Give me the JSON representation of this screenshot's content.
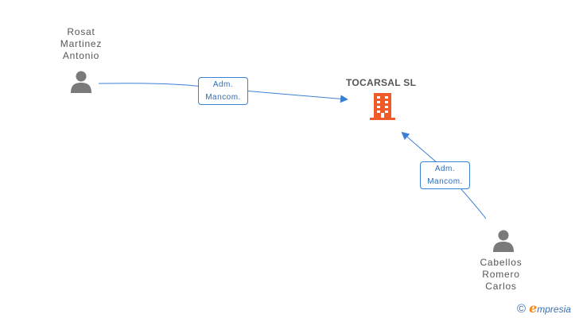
{
  "persons": [
    {
      "id": "p1",
      "name_lines": [
        "Rosat",
        "Martinez",
        "Antonio"
      ]
    },
    {
      "id": "p2",
      "name_lines": [
        "Cabellos",
        "Romero",
        "Carlos"
      ]
    }
  ],
  "company": {
    "name": "TOCARSAL SL"
  },
  "edges": [
    {
      "from": "p1",
      "to": "company",
      "label_lines": [
        "Adm.",
        "Mancom."
      ]
    },
    {
      "from": "p2",
      "to": "company",
      "label_lines": [
        "Adm.",
        "Mancom."
      ]
    }
  ],
  "colors": {
    "edge": "#3b7fd4",
    "company_icon": "#f05a28",
    "person_icon": "#7a7a7a"
  },
  "brand": {
    "copyright_symbol": "©",
    "e": "e",
    "rest": "mpresia"
  }
}
